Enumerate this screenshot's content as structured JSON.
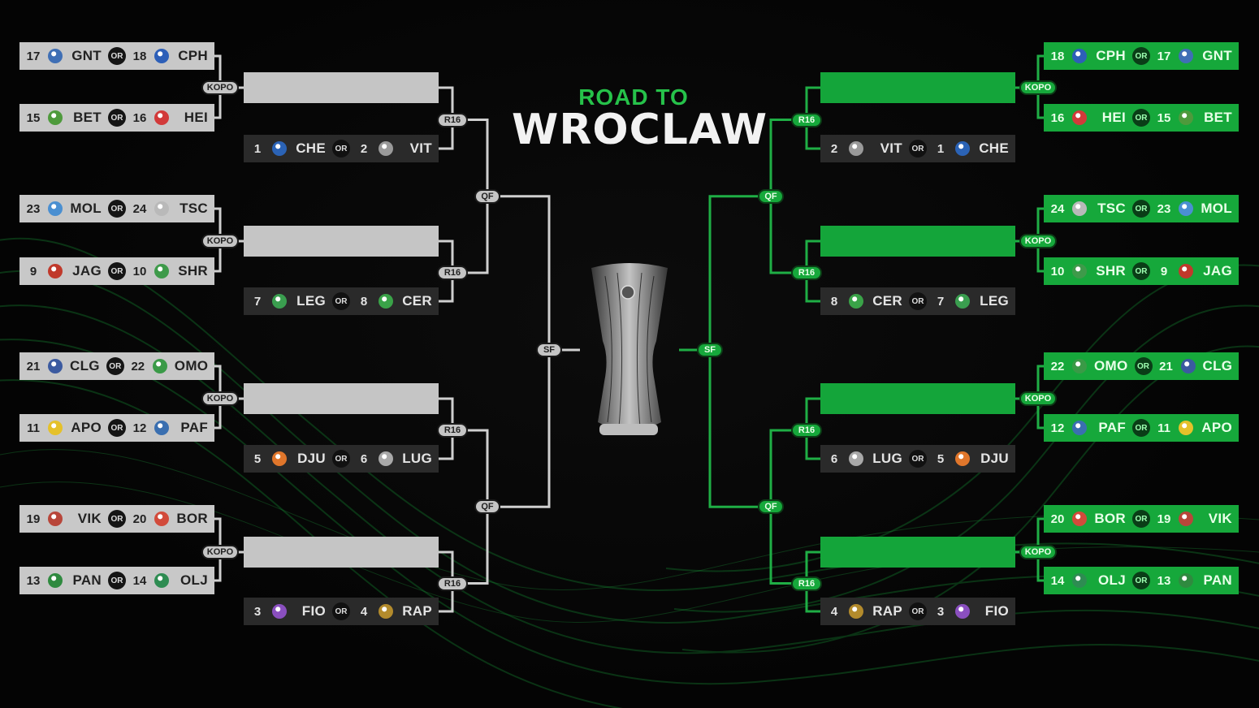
{
  "title": {
    "line1": "ROAD TO",
    "line2": "WROCLAW"
  },
  "labels": {
    "or": "OR",
    "kopo": "KOPO",
    "r16": "R16",
    "qf": "QF",
    "sf": "SF"
  },
  "colors": {
    "grey": "#c8c8c8",
    "green": "#16a83b",
    "dark": "#2a2a2a",
    "line_grey": "#cfcfcf",
    "line_green": "#1fae45"
  },
  "left": {
    "playoffs": [
      [
        {
          "seed": "17",
          "abbr": "GNT",
          "color": "#3f6fb5"
        },
        {
          "seed": "18",
          "abbr": "CPH",
          "color": "#2d5fb8"
        }
      ],
      [
        {
          "seed": "15",
          "abbr": "BET",
          "color": "#4e9a3c"
        },
        {
          "seed": "16",
          "abbr": "HEI",
          "color": "#d23a3a"
        }
      ],
      [
        {
          "seed": "23",
          "abbr": "MOL",
          "color": "#4a8fd1"
        },
        {
          "seed": "24",
          "abbr": "TSC",
          "color": "#b9b9b9"
        }
      ],
      [
        {
          "seed": "9",
          "abbr": "JAG",
          "color": "#c0392b"
        },
        {
          "seed": "10",
          "abbr": "SHR",
          "color": "#3e9a4a"
        }
      ],
      [
        {
          "seed": "21",
          "abbr": "CLG",
          "color": "#3b5aa0"
        },
        {
          "seed": "22",
          "abbr": "OMO",
          "color": "#3a9a47"
        }
      ],
      [
        {
          "seed": "11",
          "abbr": "APO",
          "color": "#e5c12a"
        },
        {
          "seed": "12",
          "abbr": "PAF",
          "color": "#3a6fb0"
        }
      ],
      [
        {
          "seed": "19",
          "abbr": "VIK",
          "color": "#b8463a"
        },
        {
          "seed": "20",
          "abbr": "BOR",
          "color": "#d24b3b"
        }
      ],
      [
        {
          "seed": "13",
          "abbr": "PAN",
          "color": "#2f8a3f"
        },
        {
          "seed": "14",
          "abbr": "OLJ",
          "color": "#2e8c52"
        }
      ]
    ],
    "seeded": [
      [
        {
          "seed": "1",
          "abbr": "CHE",
          "color": "#2b63b6"
        },
        {
          "seed": "2",
          "abbr": "VIT",
          "color": "#9a9a9a"
        }
      ],
      [
        {
          "seed": "7",
          "abbr": "LEG",
          "color": "#3a9e4f"
        },
        {
          "seed": "8",
          "abbr": "CER",
          "color": "#3aa348"
        }
      ],
      [
        {
          "seed": "5",
          "abbr": "DJU",
          "color": "#e0762b"
        },
        {
          "seed": "6",
          "abbr": "LUG",
          "color": "#a9a9a9"
        }
      ],
      [
        {
          "seed": "3",
          "abbr": "FIO",
          "color": "#8a4fbf"
        },
        {
          "seed": "4",
          "abbr": "RAP",
          "color": "#b38b2c"
        }
      ]
    ]
  },
  "right": {
    "playoffs": [
      [
        {
          "seed": "18",
          "abbr": "CPH",
          "color": "#2d5fb8"
        },
        {
          "seed": "17",
          "abbr": "GNT",
          "color": "#3f6fb5"
        }
      ],
      [
        {
          "seed": "16",
          "abbr": "HEI",
          "color": "#d23a3a"
        },
        {
          "seed": "15",
          "abbr": "BET",
          "color": "#4e9a3c"
        }
      ],
      [
        {
          "seed": "24",
          "abbr": "TSC",
          "color": "#b9b9b9"
        },
        {
          "seed": "23",
          "abbr": "MOL",
          "color": "#4a8fd1"
        }
      ],
      [
        {
          "seed": "10",
          "abbr": "SHR",
          "color": "#3e9a4a"
        },
        {
          "seed": "9",
          "abbr": "JAG",
          "color": "#c0392b"
        }
      ],
      [
        {
          "seed": "22",
          "abbr": "OMO",
          "color": "#3a9a47"
        },
        {
          "seed": "21",
          "abbr": "CLG",
          "color": "#3b5aa0"
        }
      ],
      [
        {
          "seed": "12",
          "abbr": "PAF",
          "color": "#3a6fb0"
        },
        {
          "seed": "11",
          "abbr": "APO",
          "color": "#e5c12a"
        }
      ],
      [
        {
          "seed": "20",
          "abbr": "BOR",
          "color": "#d24b3b"
        },
        {
          "seed": "19",
          "abbr": "VIK",
          "color": "#b8463a"
        }
      ],
      [
        {
          "seed": "14",
          "abbr": "OLJ",
          "color": "#2e8c52"
        },
        {
          "seed": "13",
          "abbr": "PAN",
          "color": "#2f8a3f"
        }
      ]
    ],
    "seeded": [
      [
        {
          "seed": "2",
          "abbr": "VIT",
          "color": "#9a9a9a"
        },
        {
          "seed": "1",
          "abbr": "CHE",
          "color": "#2b63b6"
        }
      ],
      [
        {
          "seed": "8",
          "abbr": "CER",
          "color": "#3aa348"
        },
        {
          "seed": "7",
          "abbr": "LEG",
          "color": "#3a9e4f"
        }
      ],
      [
        {
          "seed": "6",
          "abbr": "LUG",
          "color": "#a9a9a9"
        },
        {
          "seed": "5",
          "abbr": "DJU",
          "color": "#e0762b"
        }
      ],
      [
        {
          "seed": "4",
          "abbr": "RAP",
          "color": "#b38b2c"
        },
        {
          "seed": "3",
          "abbr": "FIO",
          "color": "#8a4fbf"
        }
      ]
    ]
  }
}
